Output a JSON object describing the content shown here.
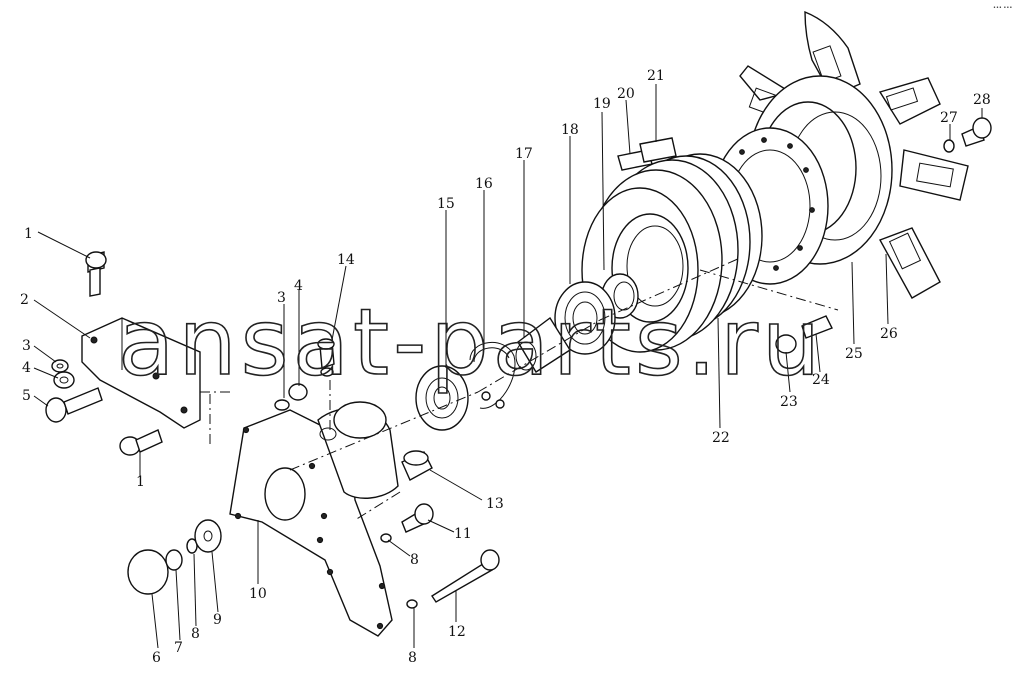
{
  "diagram": {
    "watermark": "ansat-parts.ru",
    "corner_mark": "••• •••",
    "callouts": [
      {
        "id": "1a",
        "text": "1"
      },
      {
        "id": "2",
        "text": "2"
      },
      {
        "id": "3a",
        "text": "3"
      },
      {
        "id": "4a",
        "text": "4"
      },
      {
        "id": "5",
        "text": "5"
      },
      {
        "id": "1b",
        "text": "1"
      },
      {
        "id": "3b",
        "text": "3"
      },
      {
        "id": "4b",
        "text": "4"
      },
      {
        "id": "14",
        "text": "14"
      },
      {
        "id": "15",
        "text": "15"
      },
      {
        "id": "16",
        "text": "16"
      },
      {
        "id": "17",
        "text": "17"
      },
      {
        "id": "18",
        "text": "18"
      },
      {
        "id": "19",
        "text": "19"
      },
      {
        "id": "20",
        "text": "20"
      },
      {
        "id": "21",
        "text": "21"
      },
      {
        "id": "22",
        "text": "22"
      },
      {
        "id": "23",
        "text": "23"
      },
      {
        "id": "24",
        "text": "24"
      },
      {
        "id": "25",
        "text": "25"
      },
      {
        "id": "26",
        "text": "26"
      },
      {
        "id": "27",
        "text": "27"
      },
      {
        "id": "28",
        "text": "28"
      },
      {
        "id": "13",
        "text": "13"
      },
      {
        "id": "11",
        "text": "11"
      },
      {
        "id": "8a",
        "text": "8"
      },
      {
        "id": "12",
        "text": "12"
      },
      {
        "id": "8b",
        "text": "8"
      },
      {
        "id": "10",
        "text": "10"
      },
      {
        "id": "9",
        "text": "9"
      },
      {
        "id": "8c",
        "text": "8"
      },
      {
        "id": "7",
        "text": "7"
      },
      {
        "id": "6",
        "text": "6"
      }
    ]
  }
}
